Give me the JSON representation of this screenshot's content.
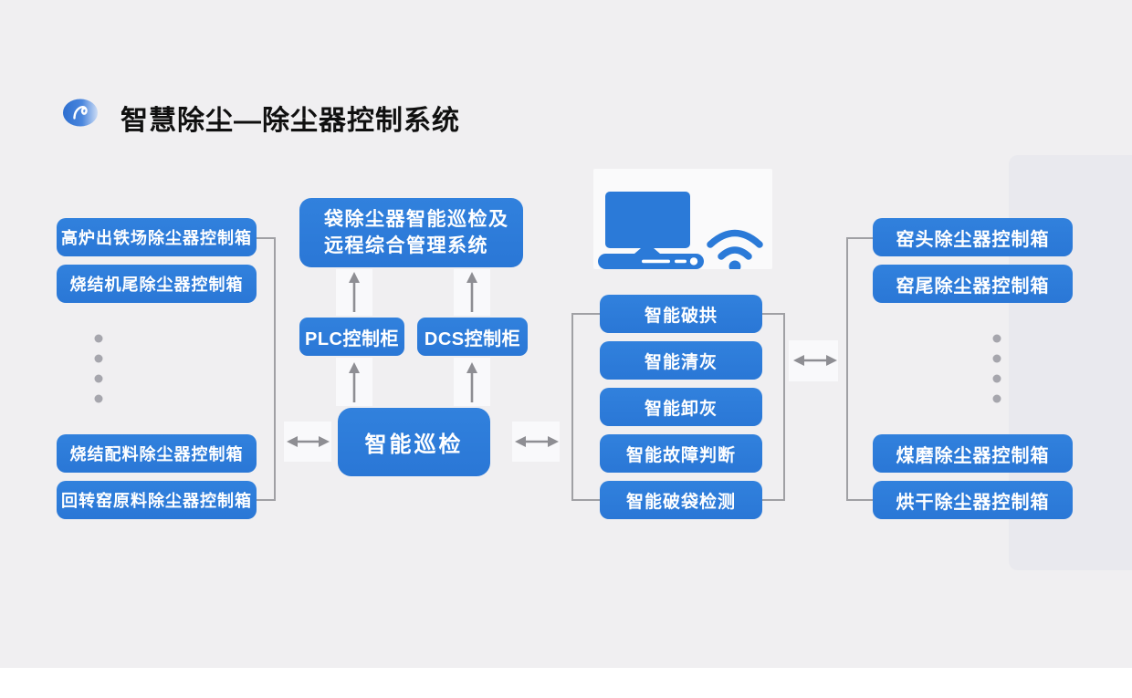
{
  "header": {
    "title": "智慧除尘—除尘器控制系统",
    "logo": "blue-swirl-logo"
  },
  "left_column": {
    "boxes": [
      "高炉出铁场除尘器控制箱",
      "烧结机尾除尘器控制箱",
      "烧结配料除尘器控制箱",
      "回转窑原料除尘器控制箱"
    ],
    "ellipsis_dots": 4
  },
  "center": {
    "management_box": {
      "line1": "袋除尘器智能巡检及",
      "line2": "远程综合管理系统"
    },
    "plc_box": "PLC控制柜",
    "dcs_box": "DCS控制柜",
    "inspection_box": "智能巡检"
  },
  "function_column": {
    "boxes": [
      "智能破拱",
      "智能清灰",
      "智能卸灰",
      "智能故障判断",
      "智能破袋检测"
    ]
  },
  "right_column": {
    "boxes": [
      "窑头除尘器控制箱",
      "窑尾除尘器控制箱",
      "煤磨除尘器控制箱",
      "烘干除尘器控制箱"
    ],
    "ellipsis_dots": 4
  },
  "icons": {
    "computer": "desktop-computer-icon",
    "wifi": "wifi-signal-icon"
  },
  "colors": {
    "background": "#f0eff1",
    "footer_background": "#ffffff",
    "box_blue": "#2b7ad8",
    "side_panel": "#e9e9ee",
    "line_gray": "#a0a0a4",
    "arrow_gray": "#8e8e93",
    "dot_gray": "#a6a6ad",
    "title_color": "#101010"
  }
}
